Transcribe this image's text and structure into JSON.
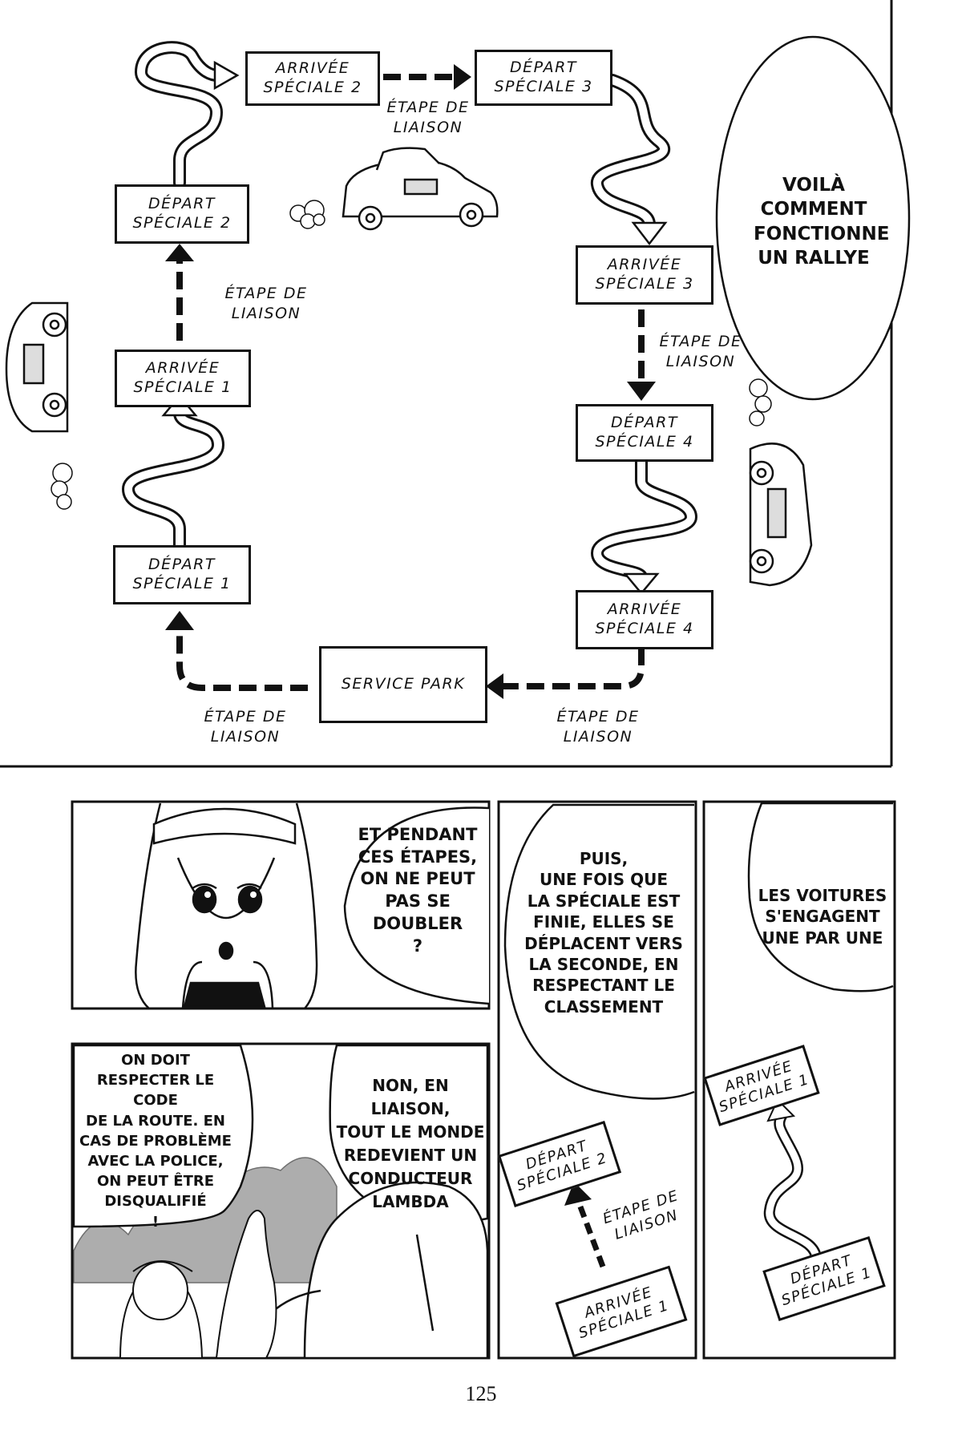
{
  "diagram": {
    "boxes": {
      "arrivee2": [
        "ARRIVÉE",
        "SPÉCIALE 2"
      ],
      "depart3": [
        "DÉPART",
        "SPÉCIALE 3"
      ],
      "depart2": [
        "DÉPART",
        "SPÉCIALE 2"
      ],
      "arrivee3": [
        "ARRIVÉE",
        "SPÉCIALE 3"
      ],
      "arrivee1": [
        "ARRIVÉE",
        "SPÉCIALE 1"
      ],
      "depart4": [
        "DÉPART",
        "SPÉCIALE 4"
      ],
      "depart1": [
        "DÉPART",
        "SPÉCIALE 1"
      ],
      "arrivee4": [
        "ARRIVÉE",
        "SPÉCIALE 4"
      ],
      "service": "SERVICE PARK"
    },
    "liaison": [
      "ÉTAPE DE",
      "LIAISON"
    ],
    "bubble": [
      "VOILÀ",
      "COMMENT",
      "FONCTIONNE",
      "UN RALLYE"
    ]
  },
  "panels": {
    "p1_bubble": [
      "ET PENDANT",
      "CES ÉTAPES,",
      "ON NE PEUT",
      "PAS SE",
      "DOUBLER",
      "?"
    ],
    "p2_bubble": [
      "PUIS,",
      "UNE FOIS QUE",
      "LA SPÉCIALE EST",
      "FINIE, ELLES SE",
      "DÉPLACENT VERS",
      "LA SECONDE, EN",
      "RESPECTANT LE",
      "CLASSEMENT"
    ],
    "p2_boxes": {
      "depart": [
        "DÉPART",
        "SPÉCIALE 2"
      ],
      "arrivee": [
        "ARRIVÉE",
        "SPÉCIALE 1"
      ]
    },
    "p2_liaison": [
      "ÉTAPE DE",
      "LIAISON"
    ],
    "p3_bubble": [
      "LES VOITURES",
      "S'ENGAGENT",
      "UNE PAR UNE"
    ],
    "p3_boxes": {
      "arrivee": [
        "ARRIVÉE",
        "SPÉCIALE 1"
      ],
      "depart": [
        "DÉPART",
        "SPÉCIALE 1"
      ]
    },
    "p4_bubble_left": [
      "ON DOIT",
      "RESPECTER LE CODE",
      "DE LA ROUTE. EN",
      "CAS DE PROBLÈME",
      "AVEC LA POLICE,",
      "ON PEUT ÊTRE",
      "DISQUALIFIÉ",
      "!"
    ],
    "p4_bubble_right": [
      "NON, EN LIAISON,",
      "TOUT LE MONDE",
      "REDEVIENT UN",
      "CONDUCTEUR",
      "LAMBDA"
    ]
  },
  "page_number": "125"
}
